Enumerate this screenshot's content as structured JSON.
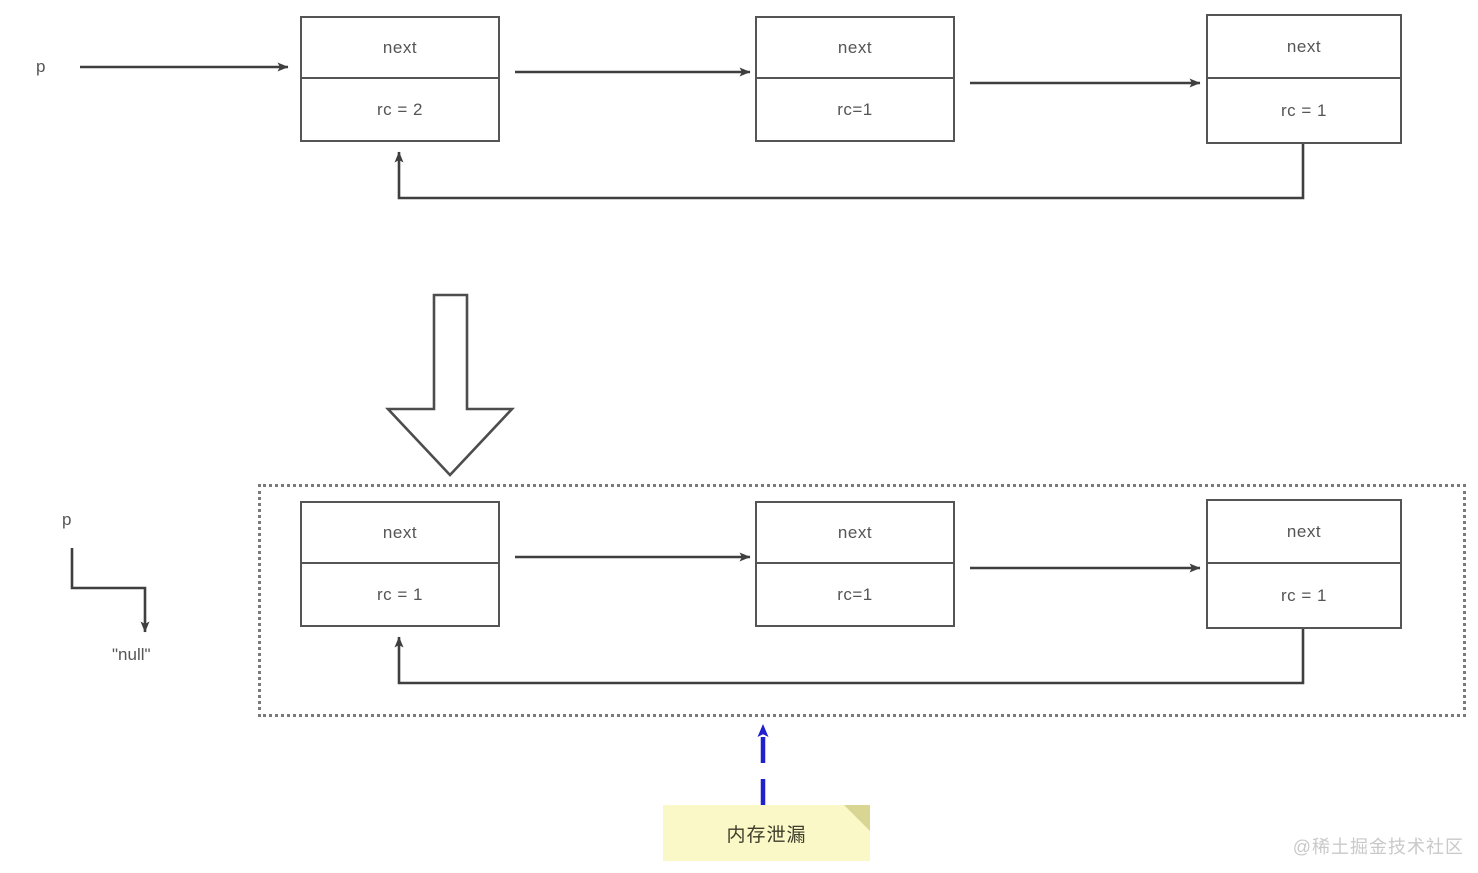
{
  "diagram": {
    "title": "reference counting cycle memory leak diagram",
    "colors": {
      "stroke": "#555555",
      "text": "#555555",
      "note_background": "#fbf8c8",
      "note_fold": "#d9d694",
      "note_text": "#3d3d2a",
      "highlight_arrow": "#2020cc",
      "dotted_border": "#7a7a7a",
      "watermark": "#c9c9c9",
      "background": "#ffffff"
    },
    "top_row": {
      "pointer_label": "p",
      "nodes": [
        {
          "top": "next",
          "bottom": "rc = 2"
        },
        {
          "top": "next",
          "bottom": "rc=1"
        },
        {
          "top": "next",
          "bottom": "rc = 1"
        }
      ]
    },
    "transition": {
      "icon": "down-block-arrow"
    },
    "bottom_row": {
      "pointer_label": "p",
      "null_label": "\"null\"",
      "nodes": [
        {
          "top": "next",
          "bottom": "rc = 1"
        },
        {
          "top": "next",
          "bottom": "rc=1"
        },
        {
          "top": "next",
          "bottom": "rc = 1"
        }
      ]
    },
    "annotation": {
      "note_text": "内存泄漏"
    },
    "watermark": "@稀土掘金技术社区"
  }
}
